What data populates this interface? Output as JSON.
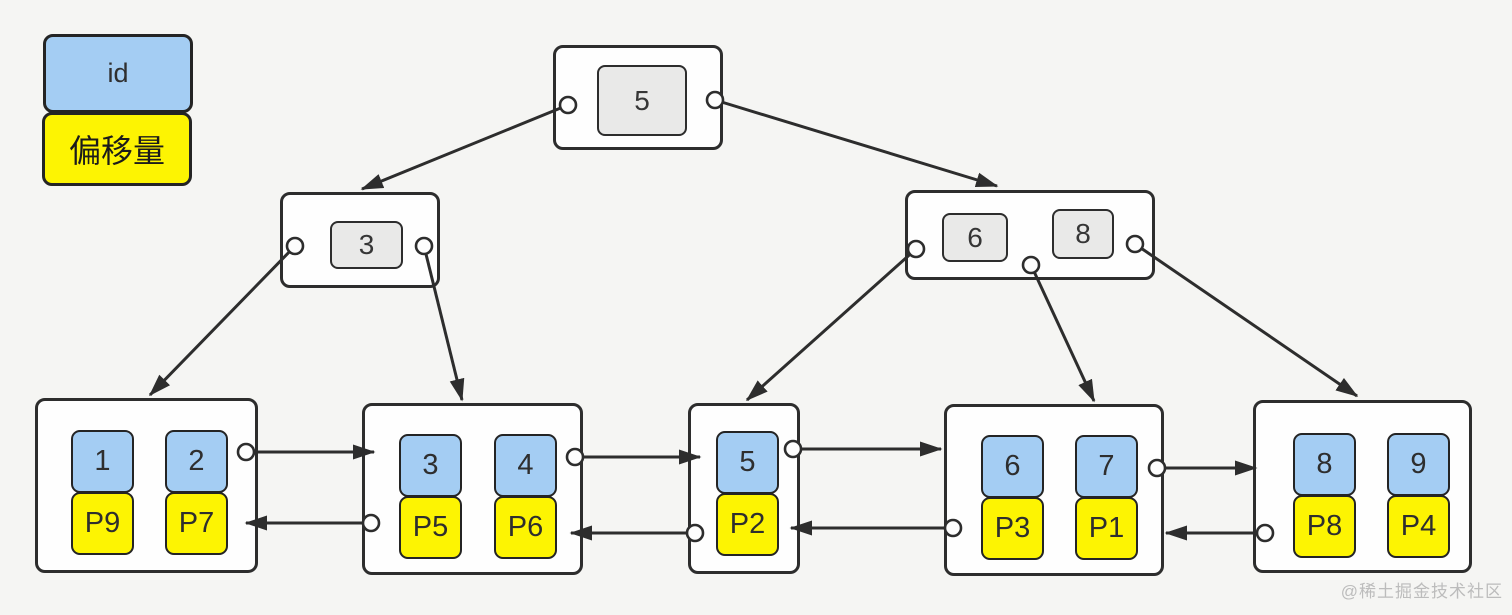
{
  "legend": {
    "id_label": "id",
    "offset_label": "偏移量"
  },
  "tree": {
    "root": {
      "keys": [
        "5"
      ]
    },
    "internal": [
      {
        "keys": [
          "3"
        ]
      },
      {
        "keys": [
          "6",
          "8"
        ]
      }
    ],
    "leaves": [
      {
        "entries": [
          {
            "id": "1",
            "ptr": "P9"
          },
          {
            "id": "2",
            "ptr": "P7"
          }
        ]
      },
      {
        "entries": [
          {
            "id": "3",
            "ptr": "P5"
          },
          {
            "id": "4",
            "ptr": "P6"
          }
        ]
      },
      {
        "entries": [
          {
            "id": "5",
            "ptr": "P2"
          }
        ]
      },
      {
        "entries": [
          {
            "id": "6",
            "ptr": "P3"
          },
          {
            "id": "7",
            "ptr": "P1"
          }
        ]
      },
      {
        "entries": [
          {
            "id": "8",
            "ptr": "P8"
          },
          {
            "id": "9",
            "ptr": "P4"
          }
        ]
      }
    ]
  },
  "colors": {
    "id_fill": "#a4cdf3",
    "offset_fill": "#fdf402",
    "key_fill": "#e9e9e8",
    "node_fill": "#fefefe",
    "line": "#2d2d2d",
    "background": "#f5f5f3"
  },
  "watermark": "@稀土掘金技术社区"
}
